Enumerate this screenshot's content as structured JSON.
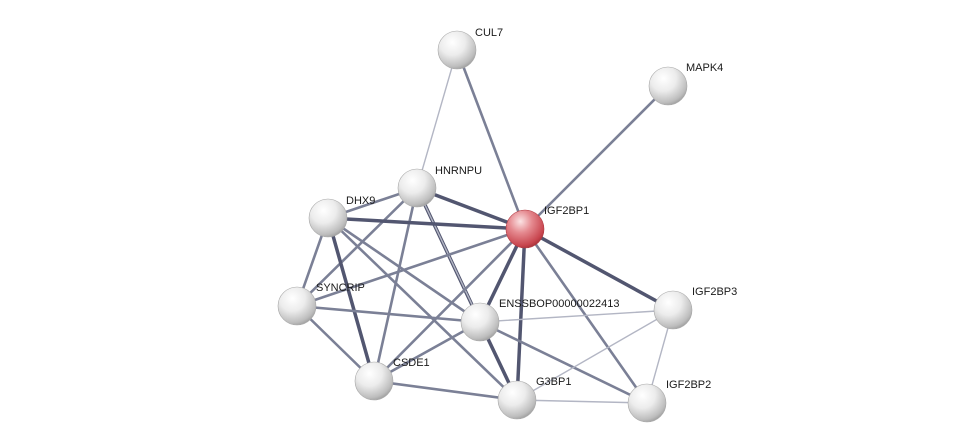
{
  "network": {
    "colors": {
      "default_node": "#d9d9d9",
      "query_node": "#d9565e",
      "edge_strong": "#525670",
      "edge_medium": "#7b8096",
      "edge_weak": "#b3b6c4"
    },
    "nodes": [
      {
        "id": "CUL7",
        "label": "CUL7",
        "query": false
      },
      {
        "id": "MAPK4",
        "label": "MAPK4",
        "query": false
      },
      {
        "id": "HNRNPU",
        "label": "HNRNPU",
        "query": false
      },
      {
        "id": "DHX9",
        "label": "DHX9",
        "query": false
      },
      {
        "id": "IGF2BP1",
        "label": "IGF2BP1",
        "query": true
      },
      {
        "id": "SYNCRIP",
        "label": "SYNCRIP",
        "query": false
      },
      {
        "id": "ENSSBOP",
        "label": "ENSSBOP00000022413",
        "query": false
      },
      {
        "id": "IGF2BP3",
        "label": "IGF2BP3",
        "query": false
      },
      {
        "id": "CSDE1",
        "label": "CSDE1",
        "query": false
      },
      {
        "id": "G3BP1",
        "label": "G3BP1",
        "query": false
      },
      {
        "id": "IGF2BP2",
        "label": "IGF2BP2",
        "query": false
      }
    ],
    "edges": [
      {
        "source": "CUL7",
        "target": "HNRNPU",
        "strength": "weak"
      },
      {
        "source": "CUL7",
        "target": "IGF2BP1",
        "strength": "medium"
      },
      {
        "source": "MAPK4",
        "target": "IGF2BP1",
        "strength": "medium"
      },
      {
        "source": "HNRNPU",
        "target": "DHX9",
        "strength": "medium"
      },
      {
        "source": "HNRNPU",
        "target": "IGF2BP1",
        "strength": "strong"
      },
      {
        "source": "HNRNPU",
        "target": "SYNCRIP",
        "strength": "medium"
      },
      {
        "source": "HNRNPU",
        "target": "ENSSBOP",
        "strength": "strong"
      },
      {
        "source": "HNRNPU",
        "target": "CSDE1",
        "strength": "medium"
      },
      {
        "source": "HNRNPU",
        "target": "G3BP1",
        "strength": "weak"
      },
      {
        "source": "DHX9",
        "target": "IGF2BP1",
        "strength": "strong"
      },
      {
        "source": "DHX9",
        "target": "SYNCRIP",
        "strength": "medium"
      },
      {
        "source": "DHX9",
        "target": "ENSSBOP",
        "strength": "medium"
      },
      {
        "source": "DHX9",
        "target": "CSDE1",
        "strength": "strong"
      },
      {
        "source": "DHX9",
        "target": "G3BP1",
        "strength": "medium"
      },
      {
        "source": "IGF2BP1",
        "target": "SYNCRIP",
        "strength": "medium"
      },
      {
        "source": "IGF2BP1",
        "target": "ENSSBOP",
        "strength": "strong"
      },
      {
        "source": "IGF2BP1",
        "target": "IGF2BP3",
        "strength": "strong"
      },
      {
        "source": "IGF2BP1",
        "target": "CSDE1",
        "strength": "medium"
      },
      {
        "source": "IGF2BP1",
        "target": "G3BP1",
        "strength": "strong"
      },
      {
        "source": "IGF2BP1",
        "target": "IGF2BP2",
        "strength": "medium"
      },
      {
        "source": "SYNCRIP",
        "target": "ENSSBOP",
        "strength": "medium"
      },
      {
        "source": "SYNCRIP",
        "target": "CSDE1",
        "strength": "medium"
      },
      {
        "source": "ENSSBOP",
        "target": "IGF2BP3",
        "strength": "weak"
      },
      {
        "source": "ENSSBOP",
        "target": "CSDE1",
        "strength": "medium"
      },
      {
        "source": "ENSSBOP",
        "target": "G3BP1",
        "strength": "strong"
      },
      {
        "source": "ENSSBOP",
        "target": "IGF2BP2",
        "strength": "medium"
      },
      {
        "source": "IGF2BP3",
        "target": "G3BP1",
        "strength": "weak"
      },
      {
        "source": "IGF2BP3",
        "target": "IGF2BP2",
        "strength": "weak"
      },
      {
        "source": "CSDE1",
        "target": "G3BP1",
        "strength": "medium"
      },
      {
        "source": "G3BP1",
        "target": "IGF2BP2",
        "strength": "weak"
      }
    ]
  }
}
